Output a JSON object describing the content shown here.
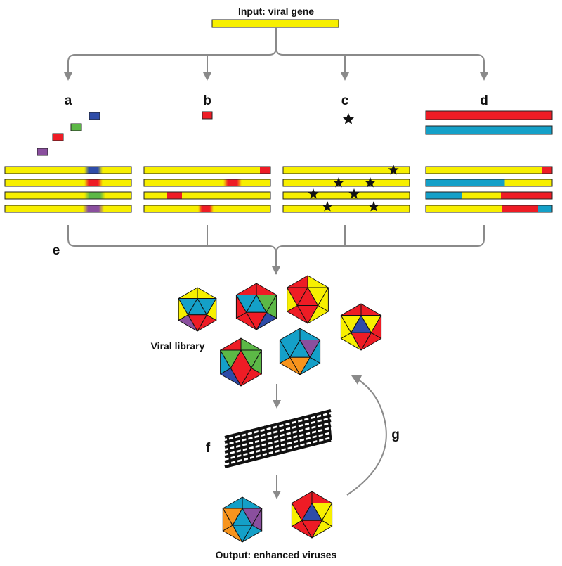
{
  "title": "Input: viral gene",
  "labels": {
    "a": "a",
    "b": "b",
    "c": "c",
    "d": "d",
    "e": "e",
    "f": "f",
    "g": "g"
  },
  "library_label": "Viral library",
  "output_label": "Output: enhanced viruses",
  "colors": {
    "yellow": "#f7ef00",
    "red": "#ee1c25",
    "blue": "#2e4ca8",
    "green": "#5cb846",
    "purple": "#8a4f9e",
    "cyan": "#14a0c8",
    "orange": "#f7941d",
    "gray": "#8a8a8a"
  }
}
